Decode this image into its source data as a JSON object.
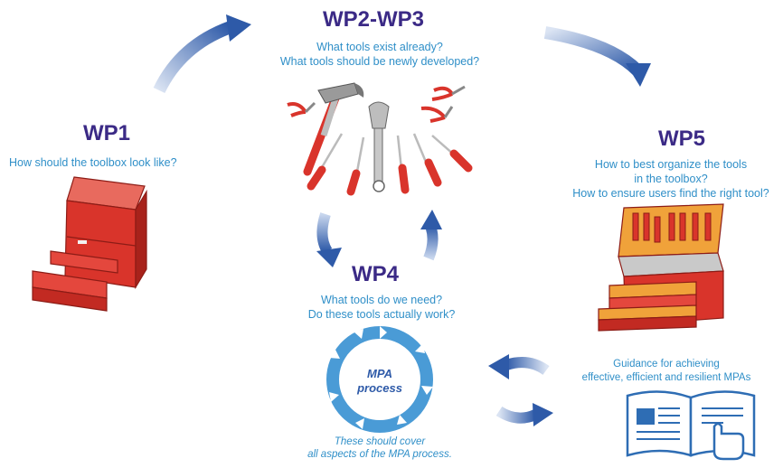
{
  "wp2_3": {
    "title": "WP2-WP3",
    "q1": "What tools exist already?",
    "q2": "What tools should be newly developed?"
  },
  "wp1": {
    "title": "WP1",
    "q1": "How should the toolbox look like?"
  },
  "wp5": {
    "title": "WP5",
    "q1": "How to best organize the tools",
    "q2": "in the toolbox?",
    "q3": "How to ensure users find the right tool?"
  },
  "wp4": {
    "title": "WP4",
    "q1": "What tools do we need?",
    "q2": "Do these tools actually work?"
  },
  "mpa": {
    "line1": "MPA",
    "line2": "process",
    "note1": "These should cover",
    "note2": "all aspects of the MPA process."
  },
  "guidance": {
    "line1": "Guidance for achieving",
    "line2": "effective, efficient and resilient MPAs"
  },
  "colors": {
    "title": "#3b2a86",
    "question": "#2f8fc8",
    "arrow_dark": "#2e5aa8",
    "arrow_light": "#b9cbe8",
    "toolbox_red": "#d9342b",
    "cycle_blue": "#4a9bd6"
  }
}
